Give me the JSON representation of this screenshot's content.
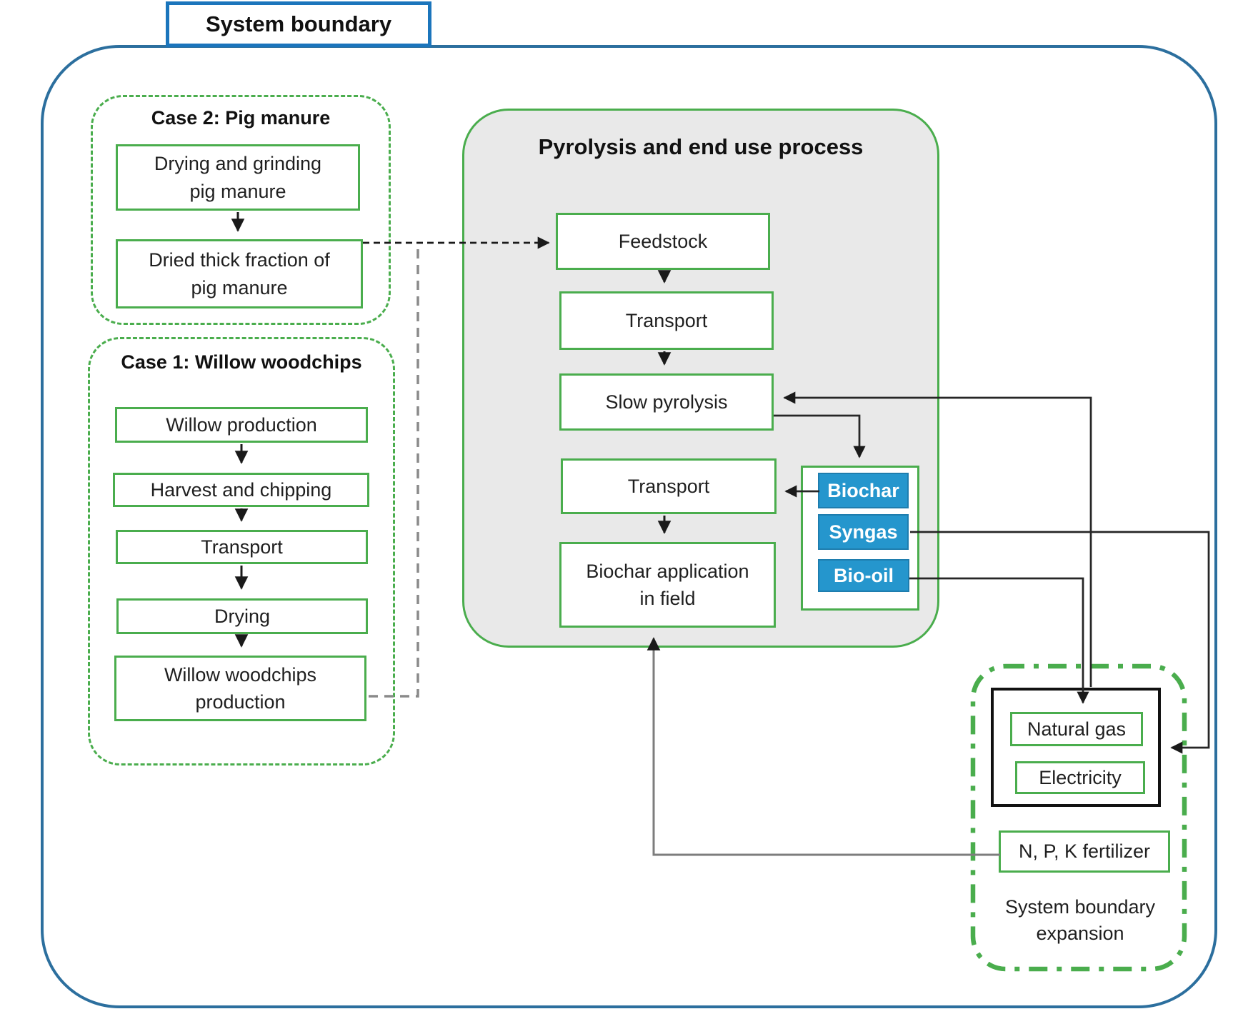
{
  "system_boundary_label": "System boundary",
  "case2": {
    "title": "Case 2: Pig manure",
    "boxes": [
      {
        "lines": [
          "Drying and grinding",
          "pig manure"
        ]
      },
      {
        "lines": [
          "Dried thick fraction of",
          "pig manure"
        ]
      }
    ]
  },
  "case1": {
    "title": "Case 1: Willow woodchips",
    "boxes": [
      "Willow production",
      "Harvest and chipping",
      "Transport",
      "Drying"
    ],
    "last_box": {
      "lines": [
        "Willow woodchips",
        "production"
      ]
    }
  },
  "pyrolysis": {
    "title": "Pyrolysis and end use process",
    "boxes": [
      "Feedstock",
      "Transport",
      "Slow pyrolysis",
      "Transport"
    ],
    "last_box": {
      "lines": [
        "Biochar application",
        "in field"
      ]
    }
  },
  "products": {
    "items": [
      "Biochar",
      "Syngas",
      "Bio-oil"
    ]
  },
  "expansion": {
    "energy": [
      "Natural gas",
      "Electricity"
    ],
    "fertilizer": "N, P, K fertilizer",
    "label": {
      "lines": [
        "System boundary",
        "expansion"
      ]
    }
  },
  "colors": {
    "green": "#4aad4d",
    "boundary_blue": "#2c6f9e",
    "label_blue": "#1b75bc",
    "product_blue": "#2596cd",
    "product_blue_border": "#1e7dae",
    "panel_gray": "#e9e9e9",
    "line_dark": "#262626",
    "line_gray": "#7d7d7d"
  }
}
